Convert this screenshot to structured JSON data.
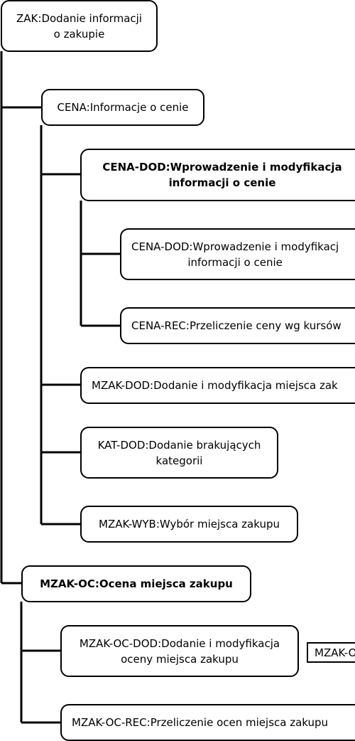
{
  "nodes": {
    "zak": {
      "label": "ZAK:Dodanie informacji\no zakupie"
    },
    "cena": {
      "label": "CENA:Informacje o cenie"
    },
    "cena_dod": {
      "label": "CENA-DOD:Wprowadzenie i modyfikacja\ninformacji o cenie"
    },
    "cena_dod_sub": {
      "label": "CENA-DOD:Wprowadzenie i modyfikacj\ninformacji o cenie"
    },
    "cena_rec": {
      "label": "CENA-REC:Przeliczenie ceny wg kursów"
    },
    "mzak_dod": {
      "label": "MZAK-DOD:Dodanie i modyfikacja miejsca zak"
    },
    "kat_dod": {
      "label": "KAT-DOD:Dodanie brakujących\nkategorii"
    },
    "mzak_wyb": {
      "label": "MZAK-WYB:Wybór miejsca zakupu"
    },
    "mzak_oc": {
      "label": "MZAK-OC:Ocena miejsca zakupu"
    },
    "mzak_oc_dod": {
      "label": "MZAK-OC-DOD:Dodanie i modyfikacja\noceny miejsca zakupu"
    },
    "mzak_oc_side": {
      "label": "MZAK-O"
    },
    "mzak_oc_rec": {
      "label": "MZAK-OC-REC:Przeliczenie ocen miejsca zakupu"
    }
  }
}
